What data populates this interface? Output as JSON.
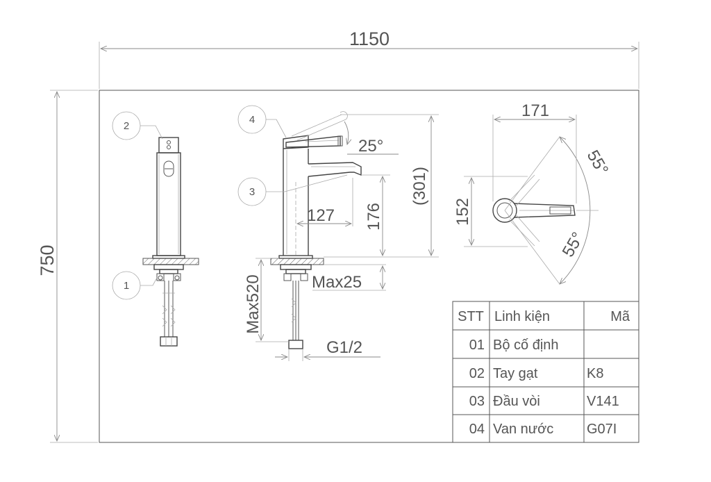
{
  "dimensions": {
    "overall_width": "1150",
    "overall_height": "750",
    "handle_angle": "25°",
    "total_height": "(301)",
    "spout_height": "176",
    "spout_reach": "127",
    "max_deck": "Max25",
    "hose_length": "Max520",
    "thread": "G1/2",
    "top_width": "171",
    "top_depth": "152",
    "rotation_upper": "55°",
    "rotation_lower": "55°"
  },
  "balloons": [
    "1",
    "2",
    "3",
    "4"
  ],
  "parts_table": {
    "headers": [
      "STT",
      "Linh kiện",
      "Mã"
    ],
    "rows": [
      [
        "01",
        "Bộ cố định",
        ""
      ],
      [
        "02",
        "Tay gạt",
        "K8"
      ],
      [
        "03",
        "Đầu vòi",
        "V141"
      ],
      [
        "04",
        "Van nước",
        "G07I"
      ]
    ]
  }
}
